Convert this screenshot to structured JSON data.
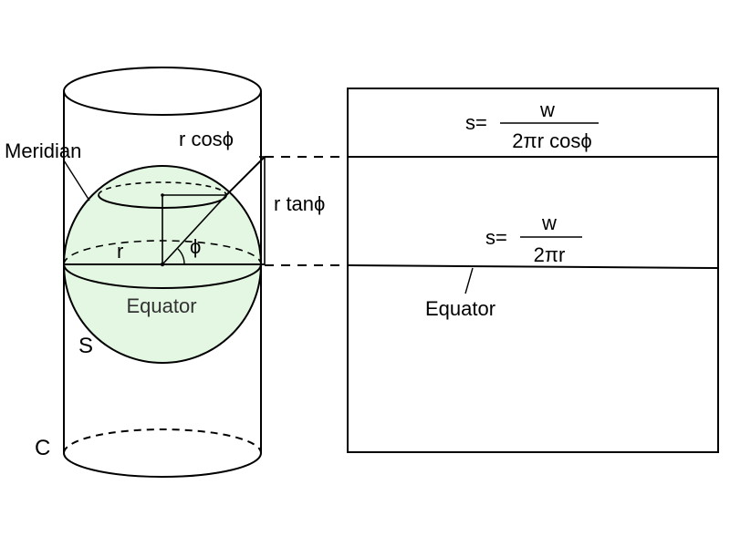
{
  "colors": {
    "sphere_fill": "#e3f7e3",
    "stroke": "#000000"
  },
  "cylinder": {
    "label": "C"
  },
  "sphere": {
    "label": "S",
    "meridian_label": "Meridian",
    "equator_label": "Equator",
    "radius_label": "r",
    "angle_label": "ϕ",
    "parallel_radius_label": "r cosϕ",
    "tangent_height_label": "r tanϕ"
  },
  "map": {
    "upper_formula": {
      "prefix": "s=",
      "numerator": "w",
      "denominator": "2πr cosϕ"
    },
    "lower_formula": {
      "prefix": "s=",
      "numerator": "w",
      "denominator": "2πr"
    },
    "equator_label": "Equator"
  }
}
